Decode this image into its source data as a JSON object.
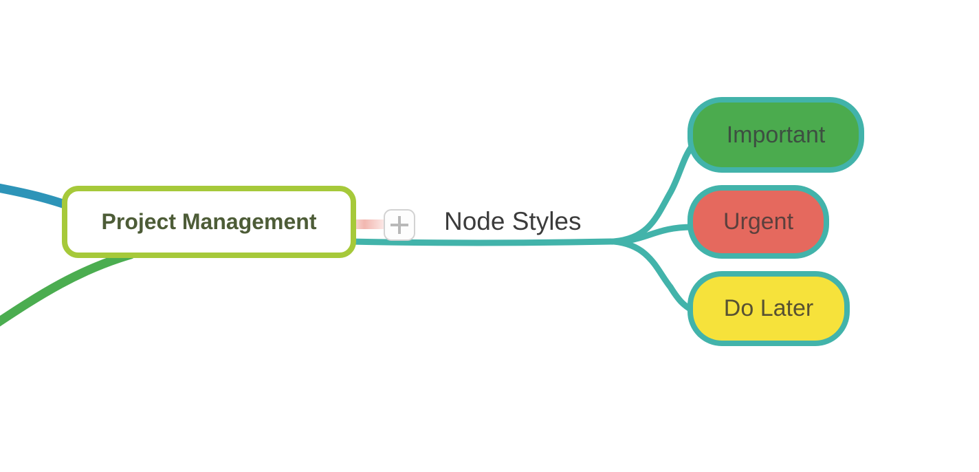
{
  "canvas": {
    "background_color": "#ffffff"
  },
  "mindmap": {
    "root": {
      "label": "Project Management",
      "text_color": "#4d5c37",
      "border_color": "#a6c93a",
      "fill_color": "#ffffff"
    },
    "branch": {
      "label": "Node Styles",
      "text_color": "#3b3b3b",
      "branch_color": "#42b3aa"
    },
    "children": [
      {
        "label": "Important",
        "fill_color": "#4bab4e",
        "border_color": "#42b3aa",
        "text_color": "#3d4f41"
      },
      {
        "label": "Urgent",
        "fill_color": "#e5695e",
        "border_color": "#42b3aa",
        "text_color": "#5c403d"
      },
      {
        "label": "Do Later",
        "fill_color": "#f6e23b",
        "border_color": "#42b3aa",
        "text_color": "#575132"
      }
    ],
    "offscreen_branches": [
      {
        "name": "upper-left-branch",
        "color": "#2d94b8"
      },
      {
        "name": "lower-left-branch",
        "color": "#4bad50"
      }
    ]
  },
  "controls": {
    "add_child_button": {
      "icon": "plus-icon",
      "glyph": "+"
    },
    "drag_stub": {
      "color_start": "#f2b7b0",
      "color_end": "#fdf1f0"
    }
  }
}
